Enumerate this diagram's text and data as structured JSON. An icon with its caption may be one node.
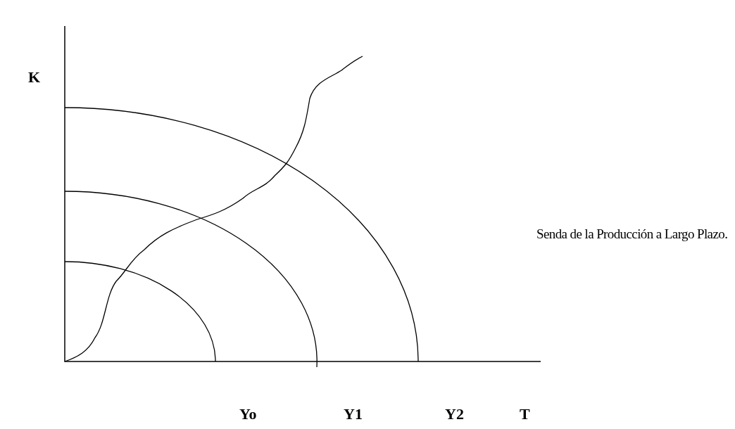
{
  "diagram": {
    "labels": [
      "K",
      "Senda de la Producción a Largo Plazo.",
      "Yo",
      "Y1",
      "Y2",
      "T"
    ]
  }
}
